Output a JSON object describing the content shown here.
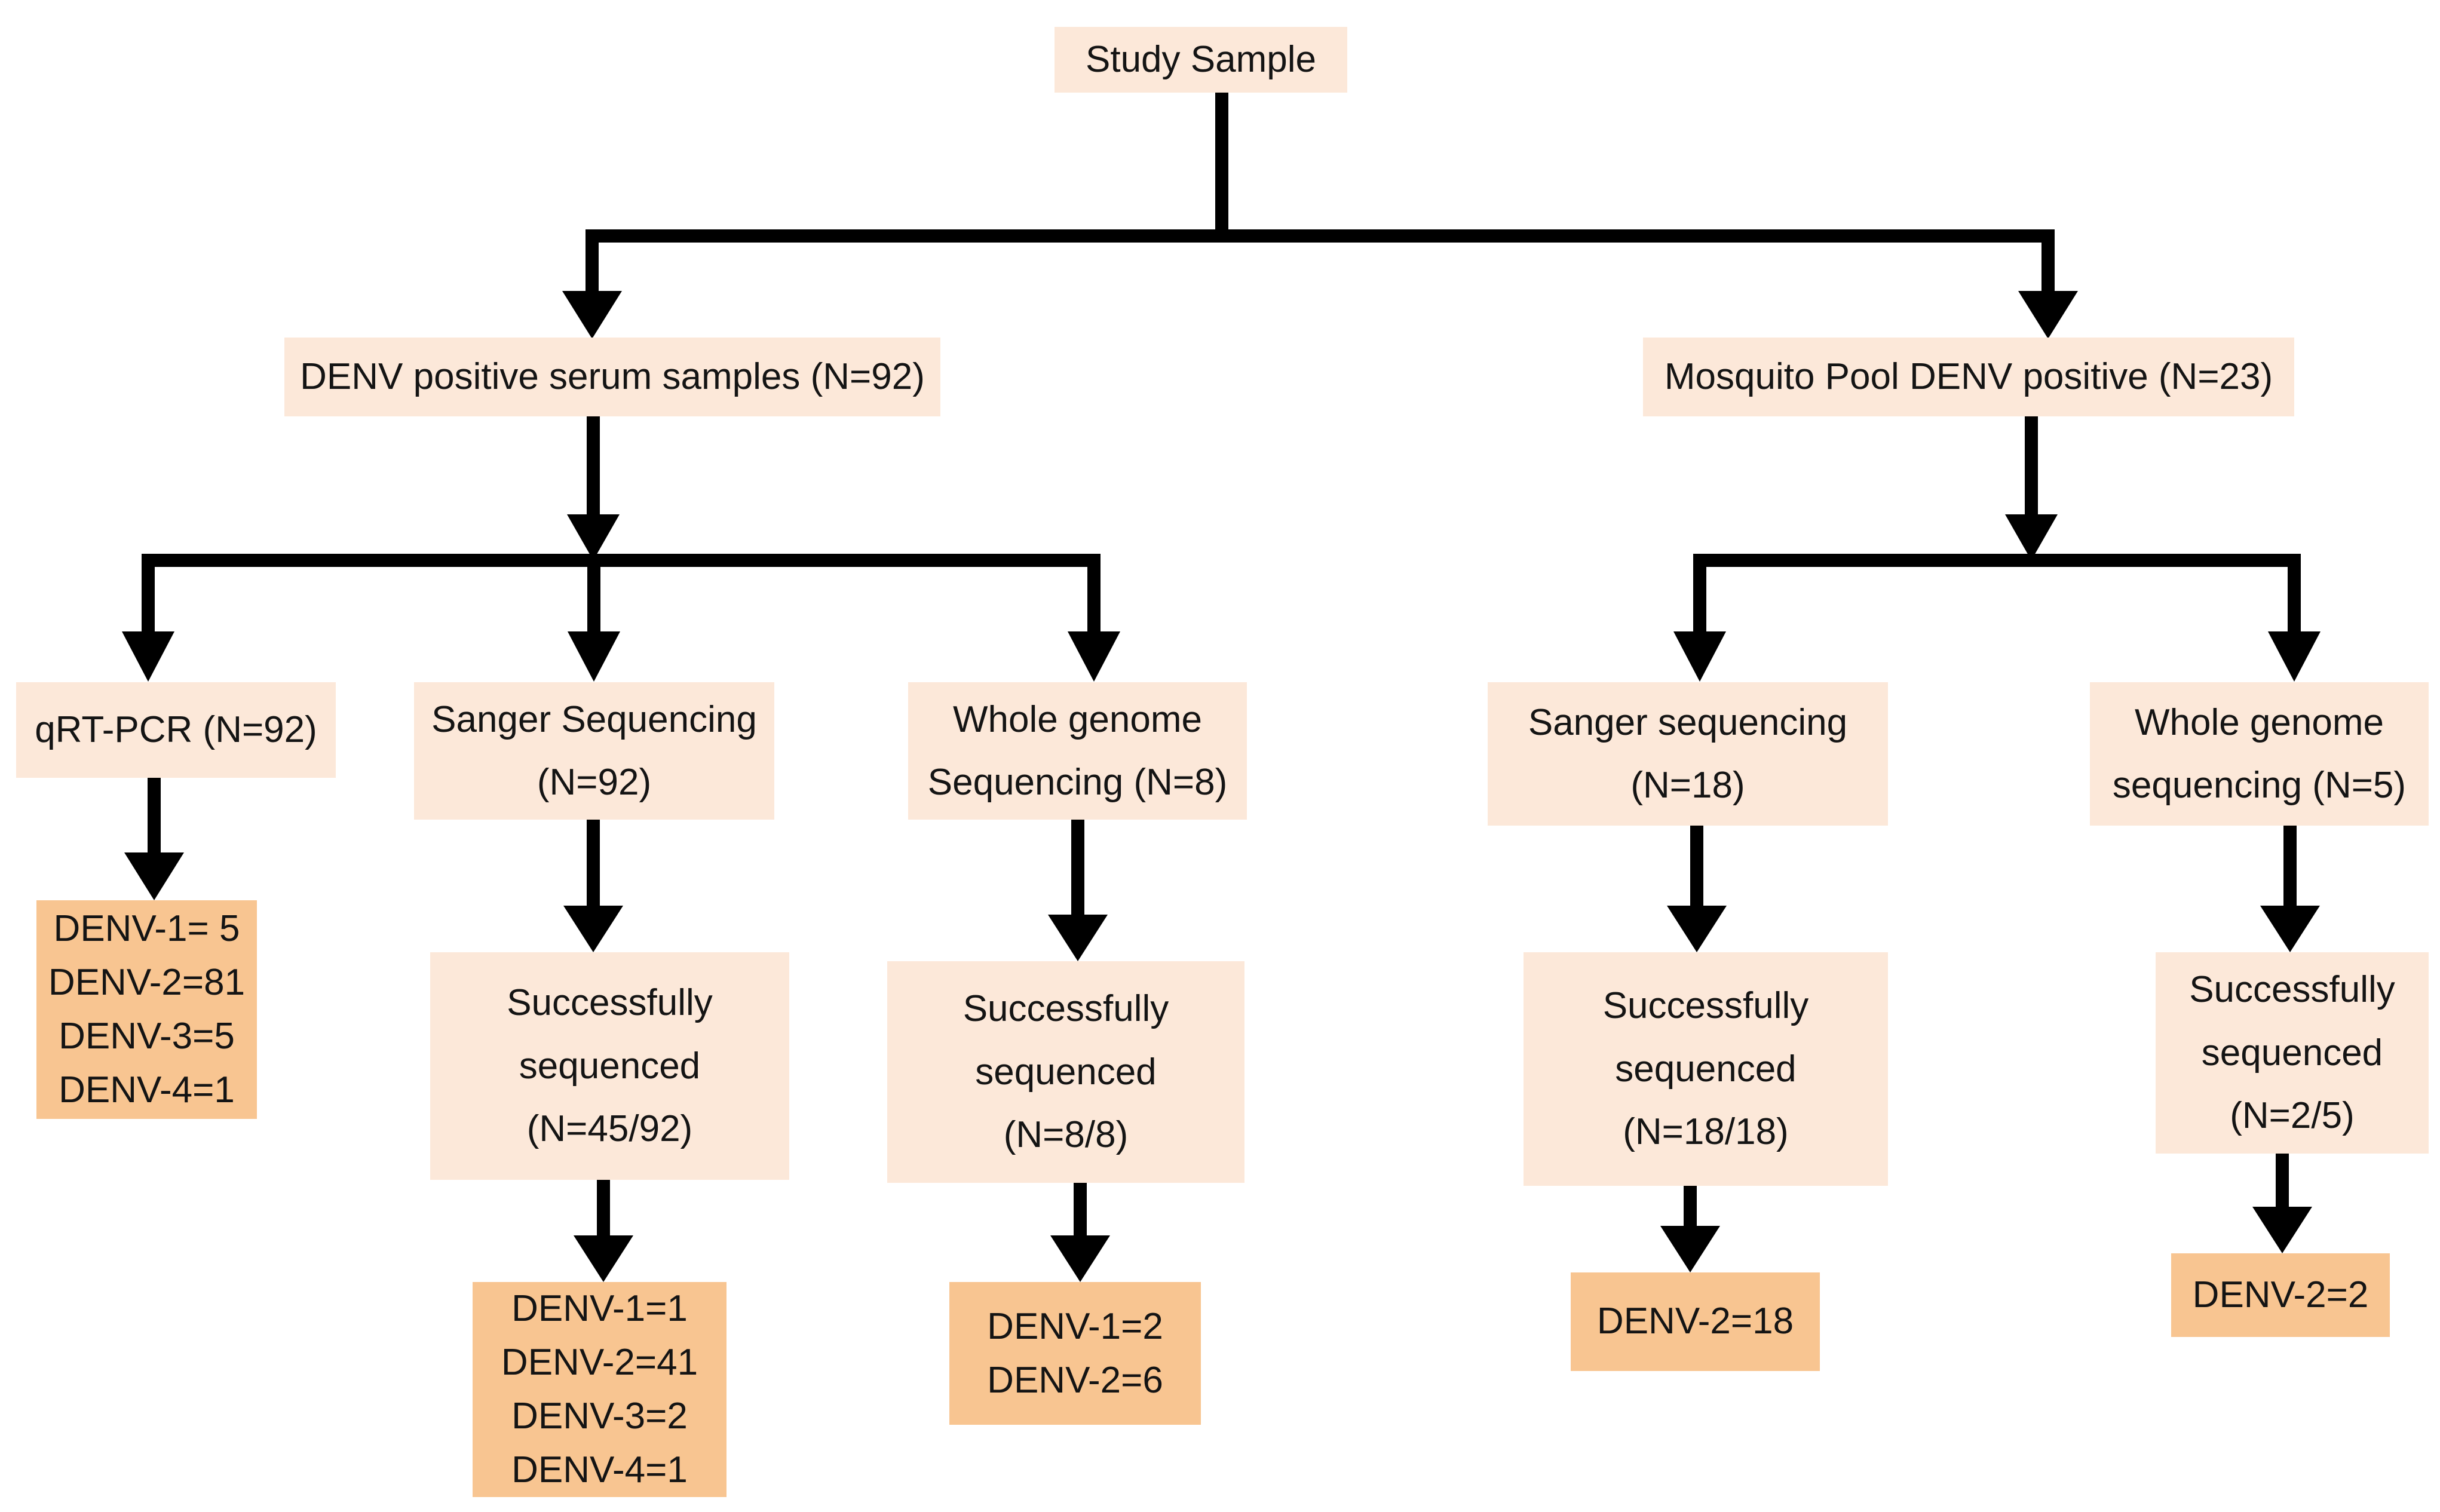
{
  "figure": {
    "type": "flowchart",
    "description_visible": false
  },
  "colors": {
    "page_bg": "#ffffff",
    "box_light": "#FCE8D9",
    "box_dark": "#F8C591",
    "arrow": "#000000"
  },
  "nodes": {
    "study_sample": {
      "label": "Study Sample"
    },
    "serum": {
      "label": "DENV positive serum samples (N=92)"
    },
    "mosquito": {
      "label": "Mosquito Pool DENV positive (N=23)"
    },
    "qrt_pcr": {
      "label": "qRT-PCR (N=92)"
    },
    "sanger_serum": {
      "label": "Sanger Sequencing\n(N=92)"
    },
    "wgs_serum": {
      "label": "Whole genome\nSequencing (N=8)"
    },
    "sanger_mosquito": {
      "label": "Sanger sequencing\n(N=18)"
    },
    "wgs_mosquito": {
      "label": "Whole genome\nsequencing (N=5)"
    },
    "qrt_pcr_result": {
      "label": "DENV-1= 5\nDENV-2=81\nDENV-3=5\nDENV-4=1"
    },
    "sanger_serum_success": {
      "label": "Successfully\nsequenced\n(N=45/92)"
    },
    "wgs_serum_success": {
      "label": "Successfully\nsequenced\n(N=8/8)"
    },
    "sanger_mosquito_success": {
      "label": "Successfully\nsequenced\n(N=18/18)"
    },
    "wgs_mosquito_success": {
      "label": "Successfully\nsequenced\n(N=2/5)"
    },
    "sanger_serum_result": {
      "label": "DENV-1=1\nDENV-2=41\nDENV-3=2\nDENV-4=1"
    },
    "wgs_serum_result": {
      "label": "DENV-1=2\nDENV-2=6"
    },
    "sanger_mosquito_result": {
      "label": "DENV-2=18"
    },
    "wgs_mosquito_result": {
      "label": "DENV-2=2"
    }
  }
}
